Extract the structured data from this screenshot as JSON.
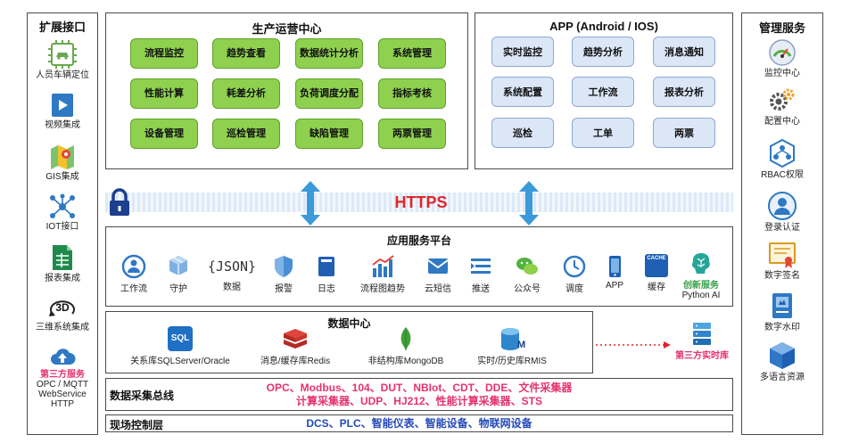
{
  "left": {
    "title": "扩展接口",
    "items": [
      {
        "label": "人员车辆定位",
        "icon": "vehicle-chip-icon"
      },
      {
        "label": "视频集成",
        "icon": "video-icon"
      },
      {
        "label": "GIS集成",
        "icon": "map-icon"
      },
      {
        "label": "IOT接口",
        "icon": "iot-network-icon"
      },
      {
        "label": "报表集成",
        "icon": "report-sheet-icon"
      },
      {
        "label": "三维系统集成",
        "icon": "3d-icon"
      }
    ],
    "third_party": {
      "title": "第三方服务",
      "lines": [
        "OPC / MQTT",
        "WebService",
        "HTTP"
      ],
      "icon": "cloud-upload-icon"
    }
  },
  "ops": {
    "title": "生产运营中心",
    "rows": [
      [
        "流程监控",
        "趋势查看",
        "数据统计分析",
        "系统管理"
      ],
      [
        "性能计算",
        "耗差分析",
        "负荷调度分配",
        "指标考核"
      ],
      [
        "设备管理",
        "巡检管理",
        "缺陷管理",
        "两票管理"
      ]
    ]
  },
  "app": {
    "title": "APP (Android / IOS)",
    "rows": [
      [
        "实时监控",
        "趋势分析",
        "消息通知"
      ],
      [
        "系统配置",
        "工作流",
        "报表分析"
      ],
      [
        "巡检",
        "工单",
        "两票"
      ]
    ]
  },
  "https": {
    "label": "HTTPS"
  },
  "asp": {
    "title": "应用服务平台",
    "items": [
      {
        "label": "工作流",
        "icon": "workflow-icon"
      },
      {
        "label": "守护",
        "icon": "guard-cubes-icon"
      },
      {
        "label": "数据",
        "icon": "json-icon",
        "text": "{JSON}"
      },
      {
        "label": "报警",
        "icon": "alarm-shield-icon"
      },
      {
        "label": "日志",
        "icon": "log-book-icon"
      },
      {
        "label": "流程图趋势",
        "icon": "trend-bars-icon"
      },
      {
        "label": "云短信",
        "icon": "sms-icon"
      },
      {
        "label": "推送",
        "icon": "push-icon"
      },
      {
        "label": "公众号",
        "icon": "wechat-icon"
      },
      {
        "label": "调度",
        "icon": "clock-icon"
      },
      {
        "label": "APP",
        "icon": "phone-icon"
      },
      {
        "label": "缓存",
        "icon": "cache-icon",
        "text": "CACHE"
      },
      {
        "label": "创新服务",
        "label2": "Python AI",
        "icon": "ai-brain-icon"
      }
    ]
  },
  "dc": {
    "title": "数据中心",
    "items": [
      {
        "label": "关系库SQLServer/Oracle",
        "icon": "sql-icon",
        "text": "SQL"
      },
      {
        "label": "消息/缓存库Redis",
        "icon": "redis-icon"
      },
      {
        "label": "非结构库MongoDB",
        "icon": "mongodb-leaf-icon"
      },
      {
        "label": "实时/历史库RMIS",
        "icon": "rmis-db-icon",
        "text": "M"
      }
    ],
    "third_party_db": "第三方实时库"
  },
  "bus": {
    "label": "数据采集总线",
    "line1": "OPC、Modbus、104、DUT、NBIot、CDT、DDE、文件采集器",
    "line2": "计算采集器、UDP、HJ212、性能计算采集器、STS"
  },
  "control": {
    "label": "现场控制层",
    "line": "DCS、PLC、智能仪表、智能设备、物联网设备"
  },
  "right": {
    "title": "管理服务",
    "items": [
      {
        "label": "监控中心",
        "icon": "monitor-gauge-icon"
      },
      {
        "label": "配置中心",
        "icon": "gears-icon"
      },
      {
        "label": "RBAC权限",
        "icon": "rbac-icon"
      },
      {
        "label": "登录认证",
        "icon": "login-user-icon"
      },
      {
        "label": "数字签名",
        "icon": "certificate-icon"
      },
      {
        "label": "数字水印",
        "icon": "watermark-book-icon"
      },
      {
        "label": "多语言资源",
        "icon": "language-cube-icon"
      }
    ]
  },
  "colors": {
    "green": "#8fd14f",
    "blue_btn": "#dbe7f7",
    "https_red": "#e0262b",
    "pink": "#e5326c",
    "navy": "#2449b8",
    "arrow": "#3b9ad9"
  }
}
